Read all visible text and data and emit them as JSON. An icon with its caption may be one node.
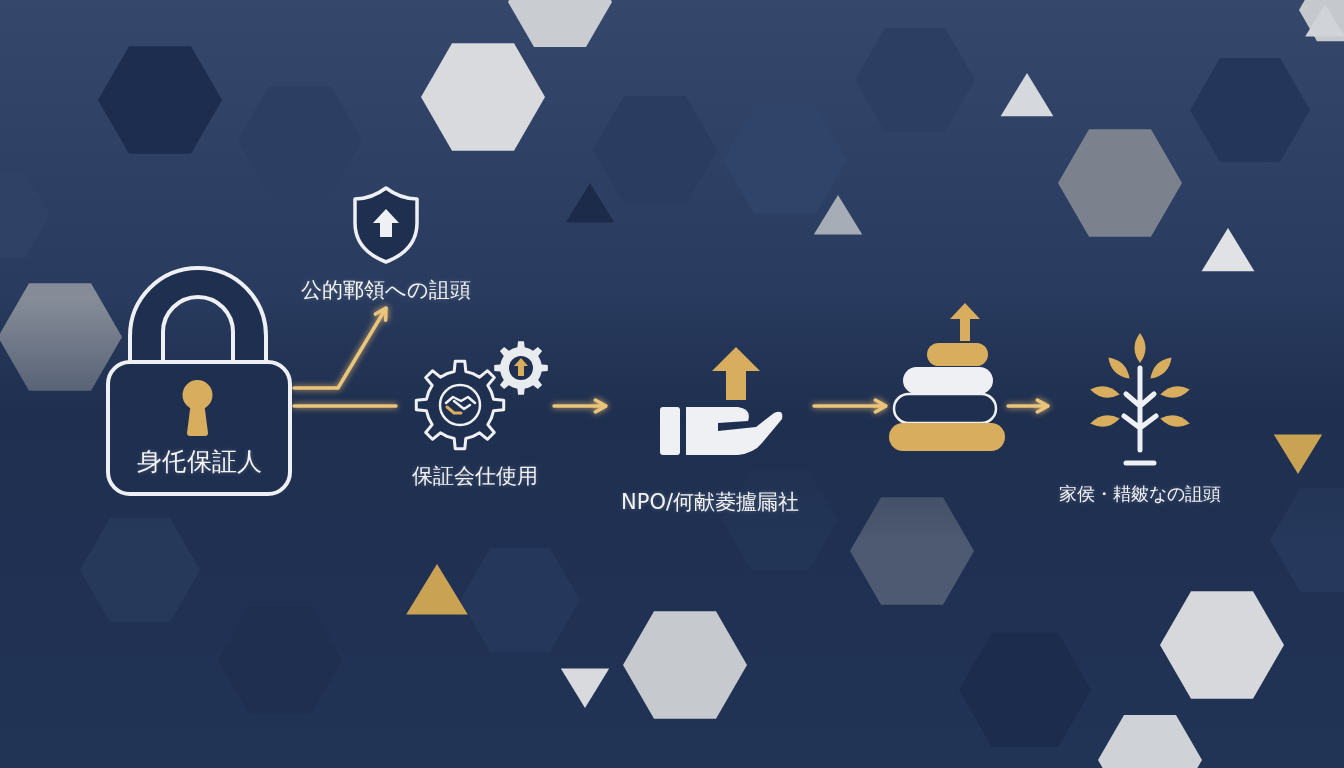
{
  "diagram": {
    "nodes": [
      {
        "text": [
          "身仛保証人"
        ]
      },
      {
        "text": [
          "公的鄆領への詛頭"
        ]
      },
      {
        "text": [
          "保証会仕使用"
        ]
      },
      {
        "text": [
          "NPO/何献菱攎屚社"
        ]
      },
      {
        "text": [],
        "shape": "picture"
      },
      {
        "text": [
          "家侯・耤皴なの詛頭"
        ]
      }
    ],
    "edges": [
      {
        "from": 0,
        "to": 1,
        "arrow": "to"
      },
      {
        "from": 0,
        "to": 2,
        "arrow": "none"
      },
      {
        "from": 2,
        "to": 3,
        "arrow": "to"
      },
      {
        "from": 3,
        "to": 4,
        "arrow": "to"
      },
      {
        "from": 4,
        "to": 5,
        "arrow": "to"
      }
    ]
  }
}
